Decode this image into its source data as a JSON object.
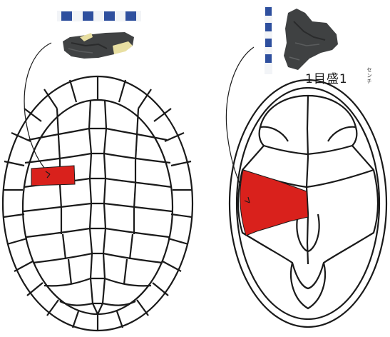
{
  "scale_label": {
    "main": "1目盛1",
    "unit_small": "セン",
    "unit_small_2": "チ"
  },
  "colors": {
    "highlight": "#d9211c",
    "outline": "#1a1a1a",
    "scale_blue": "#2e4f9e",
    "fragment_dark": "#3f4142",
    "fragment_tan": "#e8dfa2"
  },
  "figures": [
    {
      "id": "carapace",
      "description_visible": false
    },
    {
      "id": "plastron",
      "description_visible": false
    }
  ]
}
